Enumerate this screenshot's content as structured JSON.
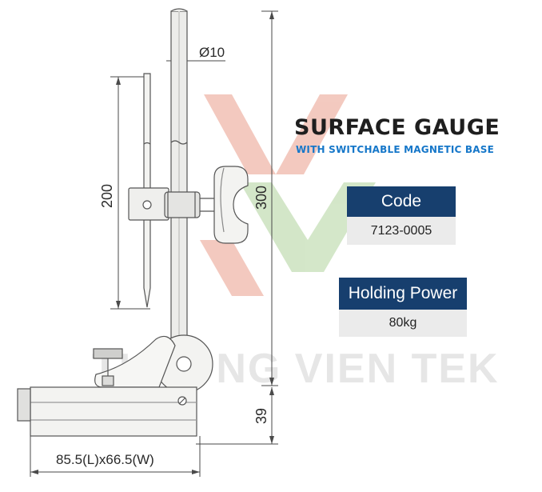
{
  "product": {
    "title": "SURFACE GAUGE",
    "subtitle": "WITH SWITCHABLE MAGNETIC BASE"
  },
  "specs": [
    {
      "label": "Code",
      "value": "7123-0005"
    },
    {
      "label": "Holding Power",
      "value": "80kg"
    }
  ],
  "dimensions": {
    "rod_diameter": "Ø10",
    "scriber_length": "200",
    "total_height": "300",
    "base_height": "39",
    "base_size": "85.5(L)x66.5(W)"
  },
  "watermark": {
    "text": "THUONG VIEN TEK",
    "colors": {
      "red": "#f2c4b9",
      "green": "#cfe4c3",
      "text": "#e8e8e8"
    }
  },
  "colors": {
    "title": "#1e1e1e",
    "subtitle": "#1677c9",
    "spec_header_bg": "#173f6e",
    "spec_value_bg": "#ebebeb"
  }
}
